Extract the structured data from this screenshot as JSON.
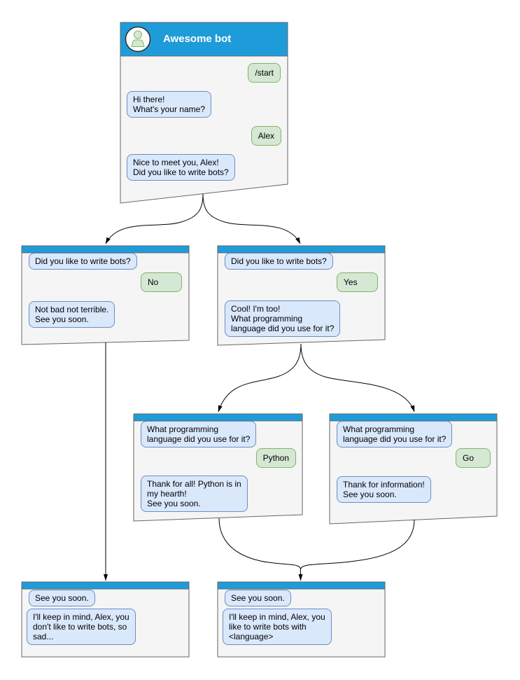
{
  "icons": {
    "avatar": "person-icon"
  },
  "colors": {
    "header_blue": "#1E9CD9",
    "window_fill": "#F5F5F5",
    "window_border": "#666666",
    "bot_bubble_fill": "#DAE8FC",
    "bot_bubble_border": "#6C8EBF",
    "user_bubble_fill": "#D5E8D4",
    "user_bubble_border": "#82B366",
    "connector": "#000000"
  },
  "windows": {
    "main": {
      "title": "Awesome bot",
      "messages": [
        {
          "from": "user",
          "text": "/start"
        },
        {
          "from": "bot",
          "text": "Hi there!\nWhat's your name?"
        },
        {
          "from": "user",
          "text": "Alex"
        },
        {
          "from": "bot",
          "text": "Nice to meet you, Alex!\nDid you like to write bots?"
        }
      ]
    },
    "branch_no": {
      "messages": [
        {
          "from": "bot",
          "text": "Did you like to write bots?"
        },
        {
          "from": "user",
          "text": "No"
        },
        {
          "from": "bot",
          "text": "Not bad not terrible.\nSee you soon."
        }
      ]
    },
    "branch_yes": {
      "messages": [
        {
          "from": "bot",
          "text": "Did you like to write bots?"
        },
        {
          "from": "user",
          "text": "Yes"
        },
        {
          "from": "bot",
          "text": "Cool! I'm too!\nWhat programming\nlanguage did you use for it?"
        }
      ]
    },
    "branch_python": {
      "messages": [
        {
          "from": "bot",
          "text": "What programming\nlanguage did you use for it?"
        },
        {
          "from": "user",
          "text": "Python"
        },
        {
          "from": "bot",
          "text": "Thank for all! Python is in\nmy hearth!\nSee you soon."
        }
      ]
    },
    "branch_go": {
      "messages": [
        {
          "from": "bot",
          "text": "What programming\nlanguage did you use for it?"
        },
        {
          "from": "user",
          "text": "Go"
        },
        {
          "from": "bot",
          "text": "Thank for information!\nSee you soon."
        }
      ]
    },
    "end_no": {
      "messages": [
        {
          "from": "bot",
          "text": "See you soon."
        },
        {
          "from": "bot",
          "text": "I'll keep in mind, Alex, you\ndon't like to write bots, so\nsad..."
        }
      ]
    },
    "end_yes": {
      "messages": [
        {
          "from": "bot",
          "text": "See you soon."
        },
        {
          "from": "bot",
          "text": "I'll keep in mind, Alex, you\nlike to write bots with\n<language>"
        }
      ]
    }
  }
}
